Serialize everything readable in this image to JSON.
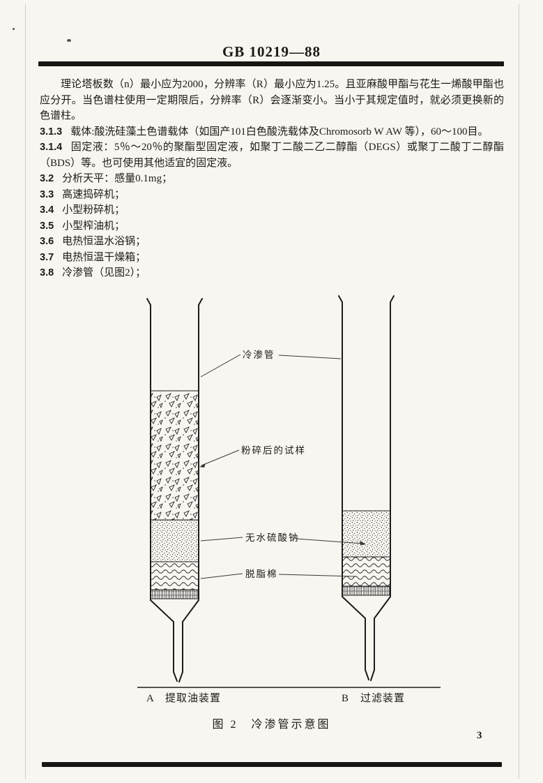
{
  "page": {
    "standard_number": "GB 10219—88",
    "page_number": "3"
  },
  "body": {
    "intro": "理论塔板数（n）最小应为2000，分辨率（R）最小应为1.25。且亚麻酸甲酯与花生一烯酸甲酯也应分开。当色谱柱使用一定期限后，分辨率（R）会逐渐变小。当小于其规定值时，就必须更换新的色谱柱。",
    "items": [
      {
        "num": "3.1.3",
        "text": "载体:酸洗硅藻土色谱载体（如国产101白色酸洗载体及Chromosorb W AW 等），60～100目。"
      },
      {
        "num": "3.1.4",
        "text": "固定液：5％～20％的聚酯型固定液，如聚丁二酸二乙二醇酯（DEGS）或聚丁二酸丁二醇酯（BDS）等。也可使用其他适宜的固定液。"
      },
      {
        "num": "3.2",
        "text": "分析天平：感量0.1mg；"
      },
      {
        "num": "3.3",
        "text": "高速捣碎机；"
      },
      {
        "num": "3.4",
        "text": "小型粉碎机；"
      },
      {
        "num": "3.5",
        "text": "小型榨油机；"
      },
      {
        "num": "3.6",
        "text": "电热恒温水浴锅；"
      },
      {
        "num": "3.7",
        "text": "电热恒温干燥箱；"
      },
      {
        "num": "3.8",
        "text": "冷渗管（见图2）；"
      }
    ]
  },
  "figure": {
    "label_tube": "冷渗管",
    "label_sample": "粉碎后的试样",
    "label_sulfate": "无水硫酸钠",
    "label_cotton": "脱脂棉",
    "device_a": "A　提取油装置",
    "device_b": "B　过滤装置",
    "caption": "图 2　冷渗管示意图"
  }
}
